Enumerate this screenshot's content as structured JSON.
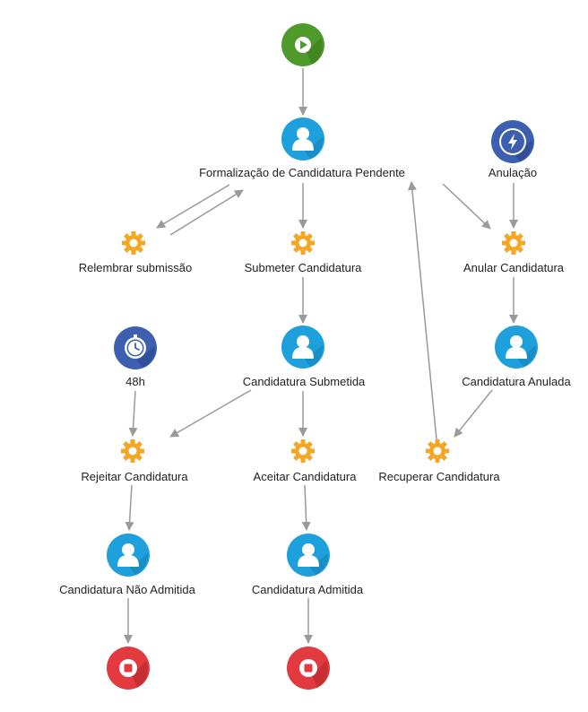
{
  "colors": {
    "start": "#4e9a2a",
    "end": "#e23a3f",
    "user_task": "#1ea0dc",
    "timer": "#3d5fb0",
    "signal": "#3d5fb0",
    "gear": "#f5a623",
    "arrow": "#9a9a9a"
  },
  "nodes": {
    "start": {
      "icon": "play-icon"
    },
    "formalizacao": {
      "label": "Formalização de Candidatura Pendente",
      "icon": "user-icon"
    },
    "anulacao": {
      "label": "Anulação",
      "icon": "lightning-icon"
    },
    "relembrar": {
      "label": "Relembrar submissão",
      "icon": "gear-icon"
    },
    "submeter": {
      "label": "Submeter Candidatura",
      "icon": "gear-icon"
    },
    "anular": {
      "label": "Anular Candidatura",
      "icon": "gear-icon"
    },
    "timer48": {
      "label": "48h",
      "icon": "clock-icon"
    },
    "submetida": {
      "label": "Candidatura Submetida",
      "icon": "user-icon"
    },
    "anulada": {
      "label": "Candidatura Anulada",
      "icon": "user-icon"
    },
    "rejeitar": {
      "label": "Rejeitar Candidatura",
      "icon": "gear-icon"
    },
    "aceitar": {
      "label": "Aceitar Candidatura",
      "icon": "gear-icon"
    },
    "recuperar": {
      "label": "Recuperar Candidatura",
      "icon": "gear-icon"
    },
    "nao_admitida": {
      "label": "Candidatura Não Admitida",
      "icon": "user-icon"
    },
    "admitida": {
      "label": "Candidatura Admitida",
      "icon": "user-icon"
    },
    "end_left": {
      "icon": "stop-icon"
    },
    "end_right": {
      "icon": "stop-icon"
    }
  }
}
